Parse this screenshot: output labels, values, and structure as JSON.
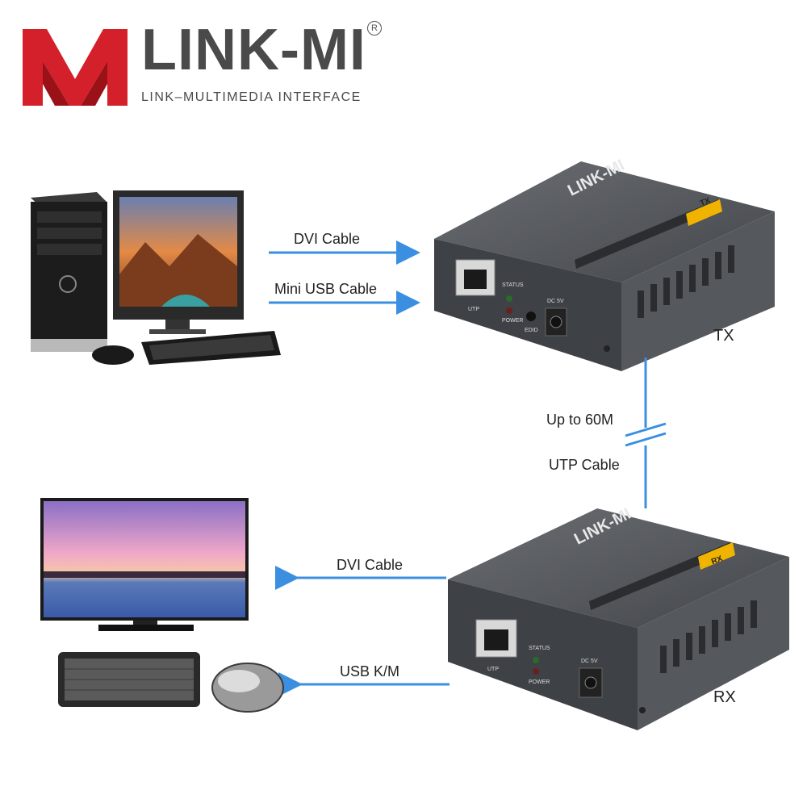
{
  "brand": {
    "name": "LINK-MI",
    "registered": "R",
    "tagline": "LINK–MULTIMEDIA INTERFACE",
    "accent_color": "#d3202a"
  },
  "transmitter": {
    "label": "TX",
    "logo": "LINK-MI",
    "badge": "TX",
    "port_utp": "UTP",
    "led_status": "STATUS",
    "led_power": "POWER",
    "button_edid": "EDID",
    "power_in": "DC 5V"
  },
  "receiver": {
    "label": "RX",
    "logo": "LINK-MI",
    "badge": "RX",
    "port_utp": "UTP",
    "led_status": "STATUS",
    "led_power": "POWER",
    "power_in": "DC 5V"
  },
  "connections": {
    "tx_dvi": "DVI Cable",
    "tx_usb": "Mini USB Cable",
    "link_distance": "Up to 60M",
    "link_cable": "UTP Cable",
    "rx_dvi": "DVI Cable",
    "rx_usb": "USB K/M"
  },
  "colors": {
    "arrow": "#3b8fe0",
    "device_body": "#4f5256",
    "badge": "#f0b400"
  }
}
